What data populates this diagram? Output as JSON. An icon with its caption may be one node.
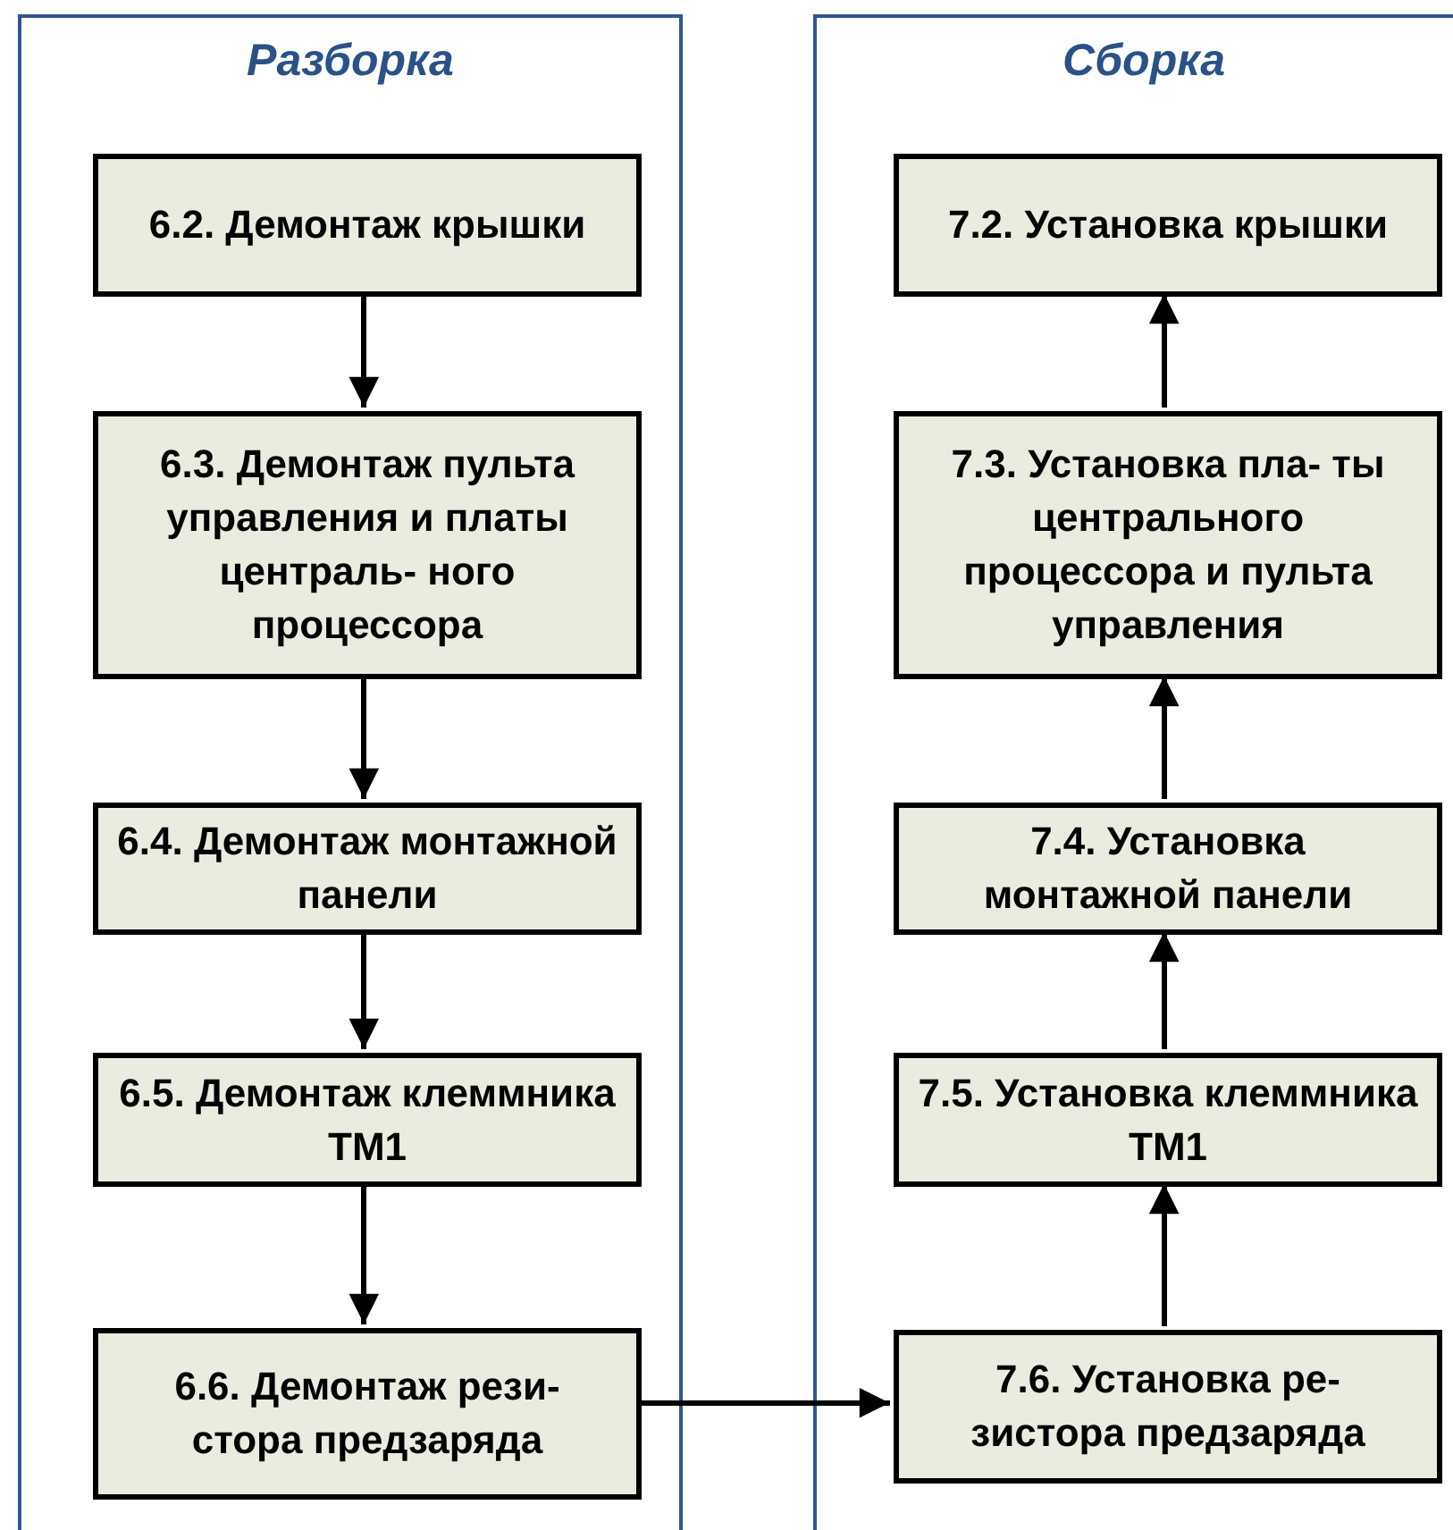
{
  "diagram": {
    "nodes": [
      {
        "text": [
          "Разборка"
        ]
      },
      {
        "text": [
          "6.2. Демонтаж крышки"
        ],
        "in": 0
      },
      {
        "text": [
          "6.3. Демонтаж пульта управления и платы централь- ного процессора"
        ],
        "in": 0
      },
      {
        "text": [
          "6.4. Демонтаж монтажной панели"
        ],
        "in": 0
      },
      {
        "text": [
          "6.5. Демонтаж клеммника ТМ1"
        ],
        "in": 0
      },
      {
        "text": [
          "6.6. Демонтаж рези- стора предзаряда"
        ],
        "in": 0
      },
      {
        "text": [
          "Сборка"
        ]
      },
      {
        "text": [
          "7.2. Установка крышки"
        ],
        "in": 6
      },
      {
        "text": [
          "7.3. Установка пла- ты центрального процессора и пульта управления"
        ],
        "in": 6
      },
      {
        "text": [
          "7.4. Установка монтажной панели"
        ],
        "in": 6
      },
      {
        "text": [
          "7.5. Установка клеммника ТМ1"
        ],
        "in": 6
      },
      {
        "text": [
          "7.6. Установка ре- зистора предзаряда"
        ],
        "in": 6
      }
    ],
    "edges": [
      {
        "from": 1,
        "to": 2,
        "arrow": "to"
      },
      {
        "from": 2,
        "to": 3,
        "arrow": "to"
      },
      {
        "from": 3,
        "to": 4,
        "arrow": "to"
      },
      {
        "from": 4,
        "to": 5,
        "arrow": "to"
      },
      {
        "from": 5,
        "to": 11,
        "arrow": "to"
      },
      {
        "from": 11,
        "to": 10,
        "arrow": "to"
      },
      {
        "from": 10,
        "to": 9,
        "arrow": "to"
      },
      {
        "from": 9,
        "to": 8,
        "arrow": "to"
      },
      {
        "from": 8,
        "to": 7,
        "arrow": "to"
      }
    ]
  }
}
